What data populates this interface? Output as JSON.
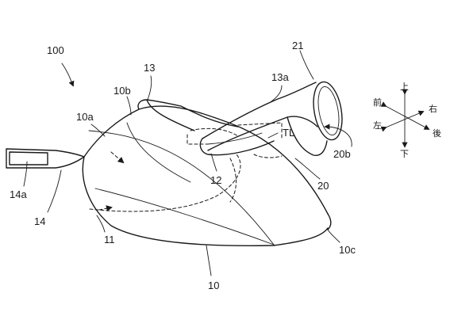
{
  "labels": {
    "l100": "100",
    "l21": "21",
    "l13": "13",
    "l13a": "13a",
    "l10b": "10b",
    "l10a": "10a",
    "lTL": "TL",
    "l20b": "20b",
    "l12": "12",
    "l20": "20",
    "l14a": "14a",
    "l14": "14",
    "l11": "11",
    "l10c": "10c",
    "l10": "10"
  },
  "directions": {
    "up": "上",
    "front": "前",
    "right": "右",
    "left": "左",
    "back": "後",
    "down": "下"
  }
}
